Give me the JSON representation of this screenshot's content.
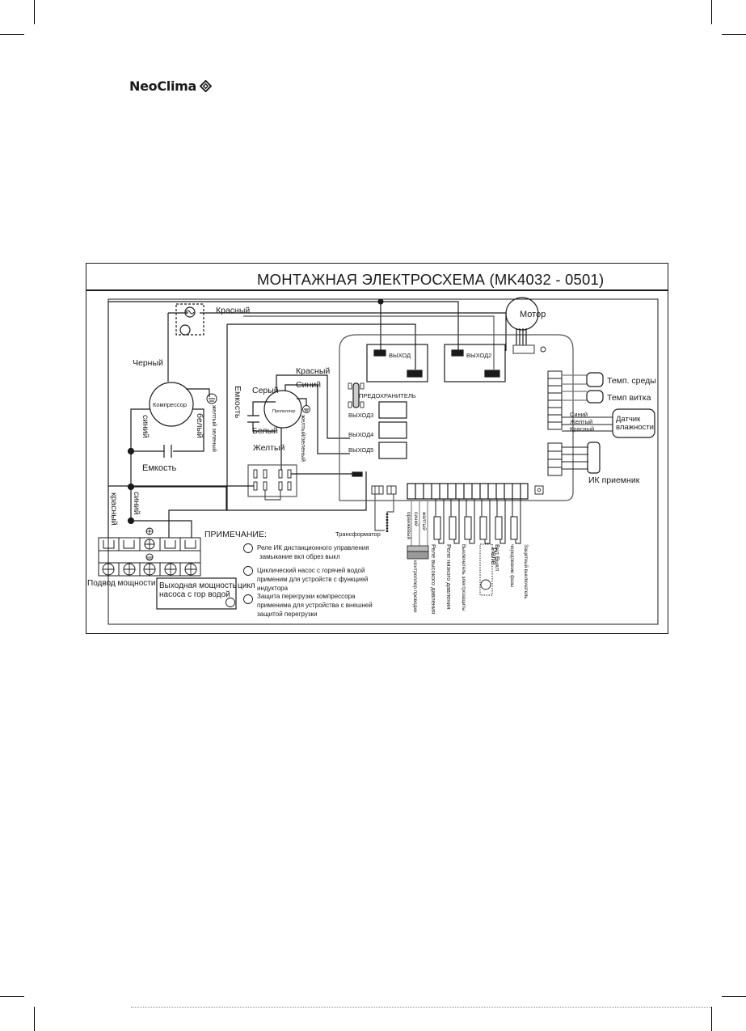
{
  "header": {
    "brand": "NeoClima",
    "brand_icon": "diamond-arrows-logo-icon"
  },
  "diagram": {
    "title": "МОНТАЖНАЯ ЭЛЕКТРОСХЕМА (MK4032 - 0501)",
    "wires": {
      "red_top": "Красный",
      "black": "Черный",
      "red_fan": "Красный",
      "blue_fan": "Синий",
      "grey_fan": "Серый",
      "white_fan": "Белый",
      "yellow_fan": "Желтый",
      "blue_comp": "синий",
      "white_comp": "белый",
      "blue_main": "синий",
      "red_main": "красный",
      "yg_comp": "желтый зеленый",
      "yg_fan": "желтый/зеленый"
    },
    "components": {
      "compressor": "Компрессор",
      "propeller": "Пропеллер",
      "motor": "Мотор",
      "capacitor_fan": "Емкость",
      "capacitor_comp": "Емкость",
      "fuse": "ПРЕДОХРАНИТЕЛЬ",
      "transformer": "Трансформатор"
    },
    "board": {
      "out1": "ВЫХОД",
      "out2": "ВЫХОД2",
      "out3": "ВЫХОД3",
      "out4": "ВЫХОД4",
      "out5": "ВЫХОД5"
    },
    "sensors": {
      "ambient": "Темп. среды",
      "coil": "Темп  витка",
      "humidity": "Датчик влажности",
      "hum_blue": "Синий",
      "hum_yellow": "Желтый",
      "hum_red": "Красный",
      "ir": "ИК приемник"
    },
    "bottom_connectors": {
      "orange": "оранжевый",
      "blue": "синий",
      "yellow": "желтый",
      "wire_controller": "контроллер проводки",
      "high_pressure": "Реле высокого давления",
      "low_pressure": "Реле низкого давления",
      "electric_protection": "Выключатель электрозащиты",
      "relay": "Реле",
      "on_off": "Вкл  Выкл",
      "phase_sequence": "чередование фазы",
      "protective_switch": "Защитный выключатель"
    },
    "terminal": {
      "power_input": "Подвод мощности",
      "pump_output_line1": "Выходная мощность",
      "pump_output_suffix": "цикл",
      "pump_output_line2": "насоса с гор  водой"
    },
    "notes": {
      "heading": "ПРИМЕЧАНИЕ:",
      "items": [
        {
          "line1": "Реле ИК дистанционного управления",
          "line2": "замыкание  вкл обрез  выкл",
          "line3": ""
        },
        {
          "line1": "Циклический насос с горячей водой",
          "line2": "применим для устройств с функцией",
          "line3": "индуктора"
        },
        {
          "line1": "Защита перегрузки компрессора",
          "line2": "применима для устройства с внешней",
          "line3": "защитой перегрузки"
        }
      ]
    }
  }
}
